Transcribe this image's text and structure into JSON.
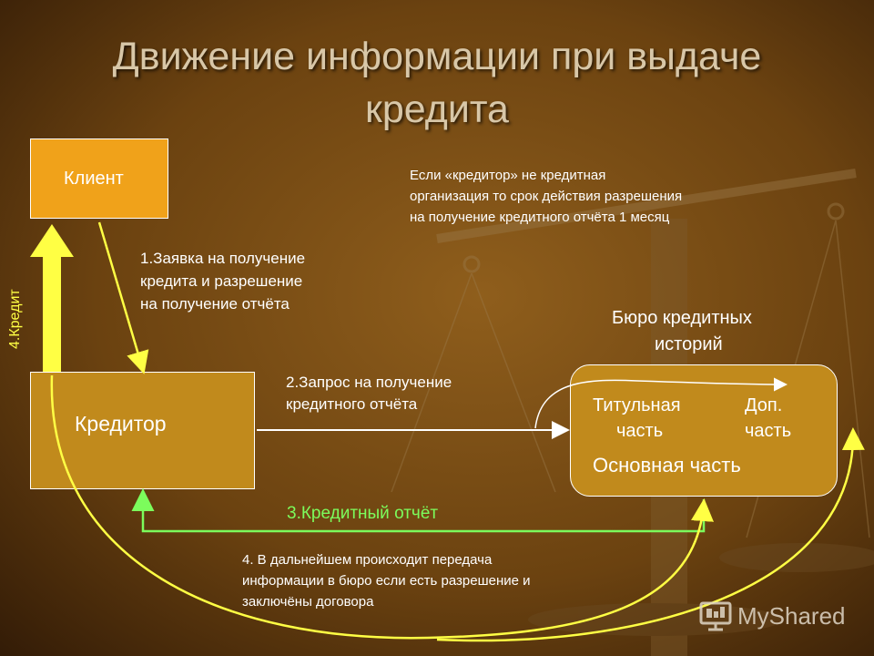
{
  "title": {
    "line1": "Движение информации при выдаче",
    "line2": "кредита"
  },
  "client": {
    "label": "Клиент"
  },
  "kreditor": {
    "label": "Кредитор"
  },
  "bureau": {
    "heading_line1": "Бюро кредитных",
    "heading_line2": "историй",
    "title_part_line1": "Титульная",
    "title_part_line2": "часть",
    "extra_part_line1": "Доп.",
    "extra_part_line2": "часть",
    "main_part": "Основная часть"
  },
  "note": {
    "line1": "Если «кредитор» не кредитная",
    "line2": "организация то срок действия разрешения",
    "line3": "на получение кредитного отчёта 1 месяц"
  },
  "steps": {
    "step1_line1": "1.Заявка на получение",
    "step1_line2": "кредита и разрешение",
    "step1_line3": "на получение отчёта",
    "step2_line1": "2.Запрос на получение",
    "step2_line2": "кредитного отчёта",
    "step3": "3.Кредитный отчёт",
    "step4_credit": "4.Кредит",
    "step4_line1": "4. В дальнейшем происходит передача",
    "step4_line2": "информации в бюро если есть разрешение и",
    "step4_line3": "заключёны договора"
  },
  "logo": {
    "text": "MyShared",
    "icon": "myshared-logo-icon"
  },
  "colors": {
    "background_dark": "#3a1f08",
    "background_light": "#8a5a1a",
    "client_fill": "#f0a21a",
    "box_fill": "#c18a1c",
    "arrow_yellow": "#ffff44",
    "arrow_green": "#7cfc5c",
    "title_text": "#d8c7a8"
  }
}
